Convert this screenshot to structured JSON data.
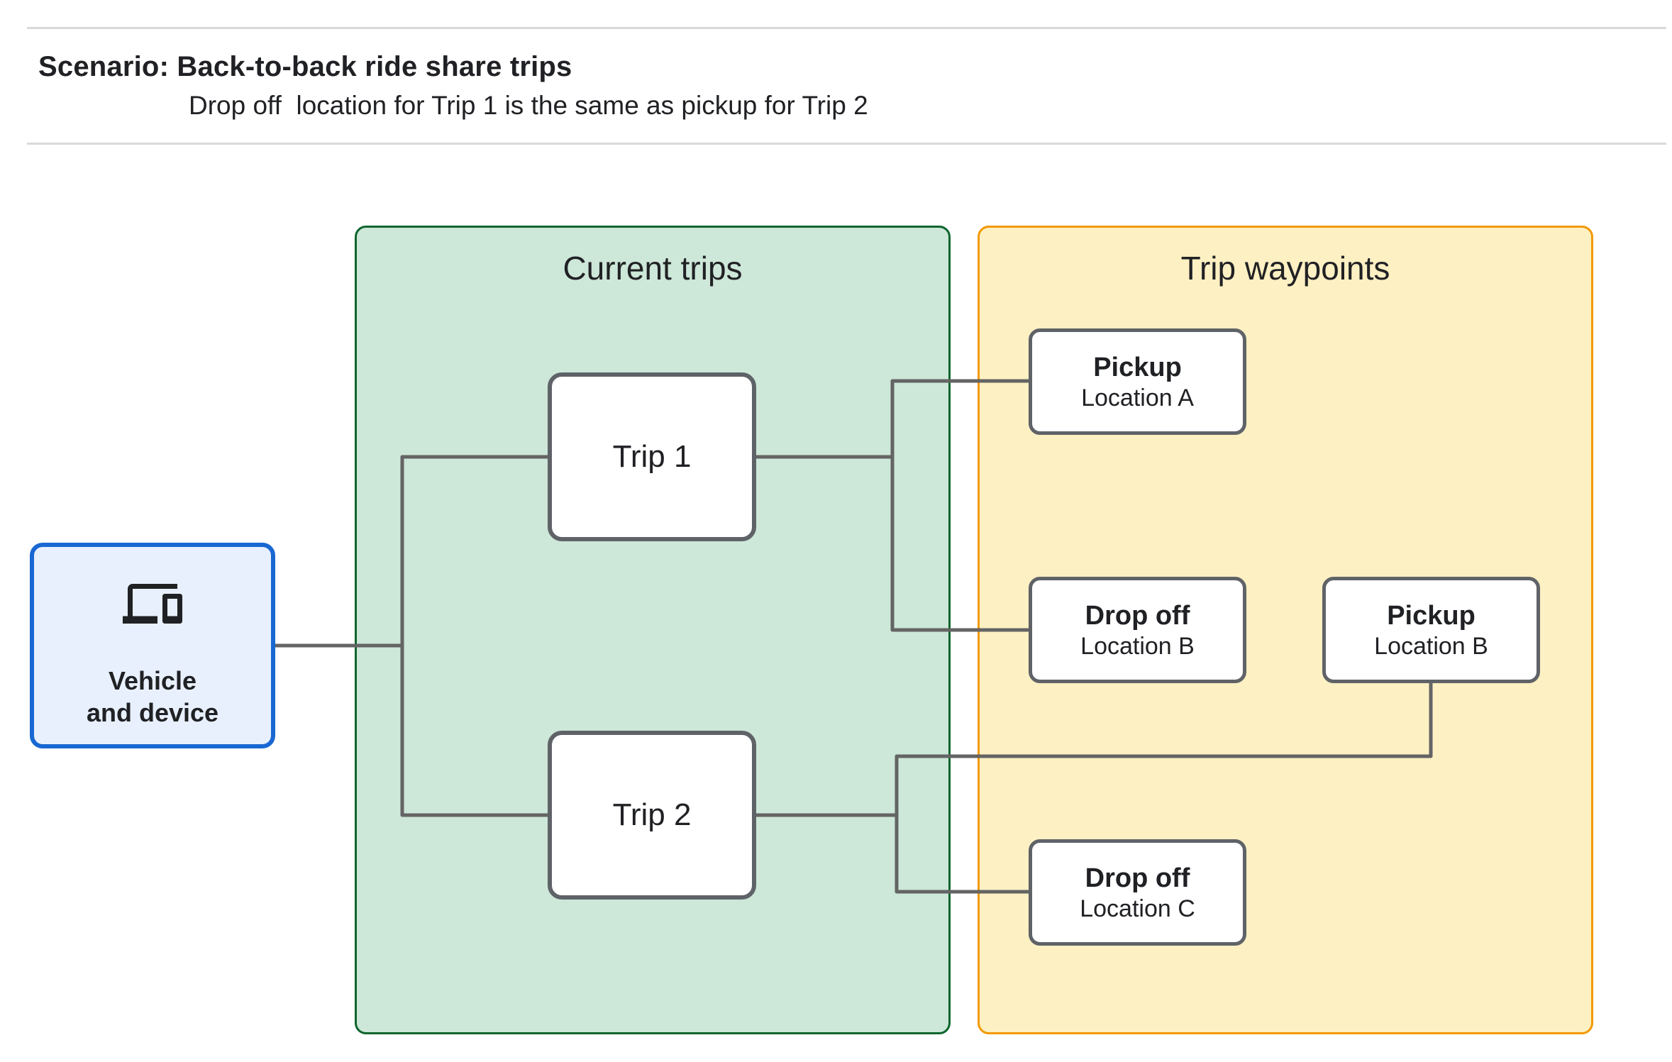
{
  "header": {
    "title": "Scenario: Back-to-back ride share trips",
    "subtitle": "Drop off  location for Trip 1 is the same as pickup for Trip 2"
  },
  "diagram": {
    "vehicle": {
      "icon": "devices-icon",
      "label_line1": "Vehicle",
      "label_line2": "and device"
    },
    "containers": [
      {
        "id": "current-trips",
        "label": "Current trips"
      },
      {
        "id": "trip-waypoints",
        "label": "Trip waypoints"
      }
    ],
    "trips": [
      {
        "label": "Trip 1"
      },
      {
        "label": "Trip 2"
      }
    ],
    "waypoints": [
      {
        "title": "Pickup",
        "subtitle": "Location A"
      },
      {
        "title": "Drop off",
        "subtitle": "Location B"
      },
      {
        "title": "Pickup",
        "subtitle": "Location B"
      },
      {
        "title": "Drop off",
        "subtitle": "Location C"
      }
    ]
  },
  "colors": {
    "accent-blue": "#1967d2",
    "blue-fill": "#e8f0fe",
    "green-border": "#0d652d",
    "green-fill": "#cde7d8",
    "orange-border": "#f29900",
    "yellow-fill": "#fdf0c3",
    "node-border": "#5f6368",
    "connector": "#646464",
    "text": "#202124",
    "rule": "#d9d9d9"
  }
}
